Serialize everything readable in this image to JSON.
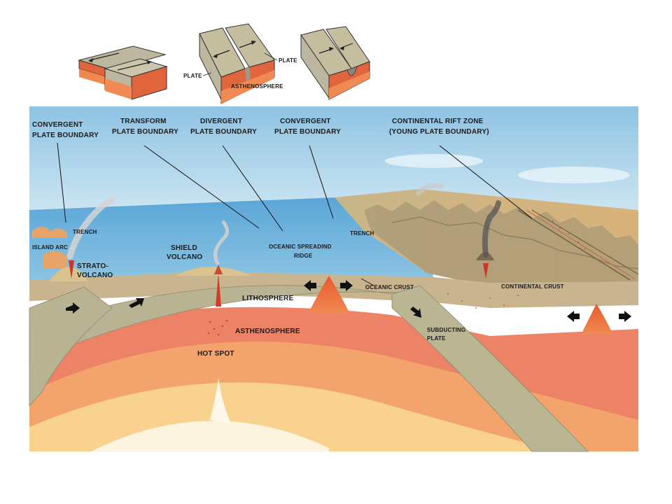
{
  "top_insets": {
    "middle_plate_label": "PLATE",
    "middle_left_plate_label": "PLATE",
    "middle_asthenosphere_label": "ASTHENOSPHERE"
  },
  "callouts": {
    "convergent_left": [
      "CONVERGENT",
      "PLATE BOUNDARY"
    ],
    "transform": [
      "TRANSFORM",
      "PLATE BOUNDARY"
    ],
    "divergent": [
      "DIVERGENT",
      "PLATE BOUNDARY"
    ],
    "convergent_right": [
      "CONVERGENT",
      "PLATE BOUNDARY"
    ],
    "rift_zone": [
      "CONTINENTAL RIFT ZONE",
      "(YOUNG PLATE BOUNDARY)"
    ]
  },
  "labels": {
    "trench_left": "TRENCH",
    "island_arc": "ISLAND ARC",
    "strato_volcano": [
      "STRATO-",
      "VOLCANO"
    ],
    "shield_volcano": [
      "SHIELD",
      "VOLCANO"
    ],
    "spreading_ridge": [
      "OCEANIC SPREADIND",
      "RIDGE"
    ],
    "trench_right": "TRENCH",
    "oceanic_crust": "OCEANIC CRUST",
    "continental_crust": "CONTINENTAL CRUST",
    "lithosphere": "LITHOSPHERE",
    "asthenosphere": "ASTHENOSPHERE",
    "hot_spot": "HOT SPOT",
    "subducting_plate": [
      "SUBDUCTING",
      "PLATE"
    ]
  },
  "colors": {
    "sky": "#b9d9ec",
    "ocean": "#6fb3dc",
    "lithosphere": "#b9b592",
    "asthenosphere": "#e8806a",
    "mantle_orange": "#f0a060",
    "mantle_yellow": "#f8d690",
    "crust_tan": "#d7c3a0",
    "magma": "#e03a2a"
  }
}
